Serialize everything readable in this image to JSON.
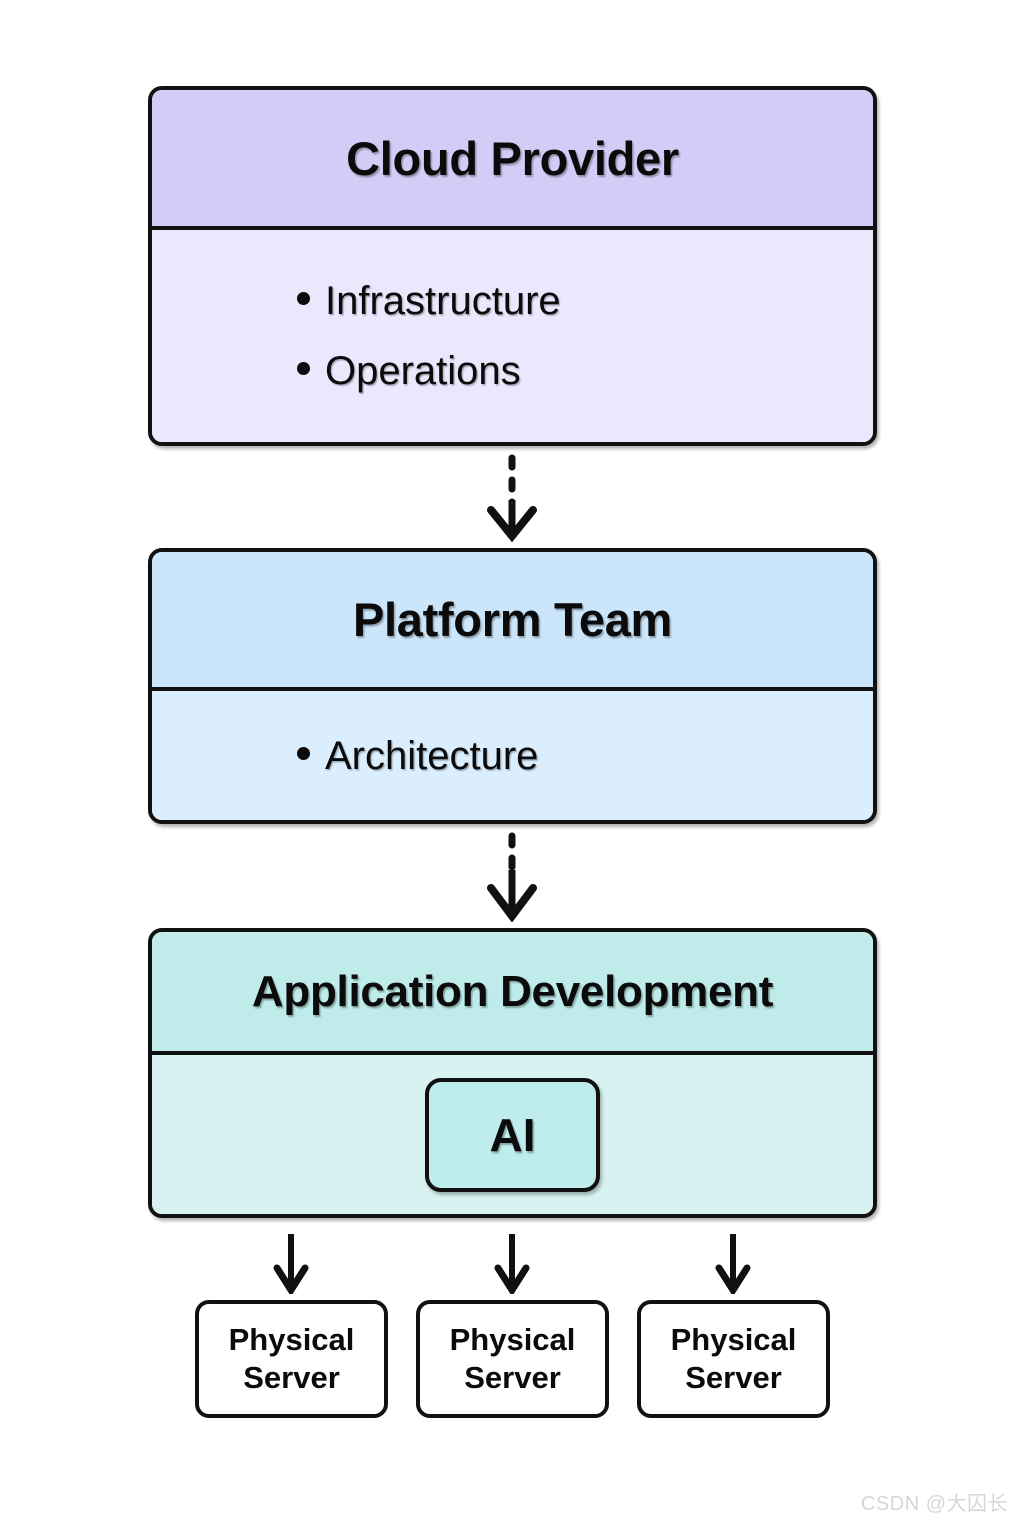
{
  "diagram": {
    "background_color": "#ffffff",
    "stroke_color": "#111111",
    "layers": [
      {
        "id": "cloud-provider",
        "title": "Cloud Provider",
        "header_color": "#d4cbf6",
        "body_color": "#ece7fd",
        "bullets": [
          "Infrastructure",
          "Operations"
        ]
      },
      {
        "id": "platform-team",
        "title": "Platform Team",
        "header_color": "#cbe5fa",
        "body_color": "#dbeefd",
        "bullets": [
          "Architecture"
        ]
      },
      {
        "id": "application-development",
        "title": "Application Development",
        "header_color": "#bfecea",
        "body_color": "#d7f2f1",
        "bullets": [],
        "chip": {
          "label": "AI",
          "color": "#bfeced"
        }
      }
    ],
    "connectors": [
      {
        "id": "cloud-to-platform",
        "style": "dashed",
        "direction": "down",
        "from": "cloud-provider",
        "to": "platform-team"
      },
      {
        "id": "platform-to-appdev",
        "style": "dashed",
        "direction": "down",
        "from": "platform-team",
        "to": "application-development"
      },
      {
        "id": "appdev-to-server-1",
        "style": "solid",
        "direction": "down",
        "from": "application-development",
        "to": "physical-server-1"
      },
      {
        "id": "appdev-to-server-2",
        "style": "solid",
        "direction": "down",
        "from": "application-development",
        "to": "physical-server-2"
      },
      {
        "id": "appdev-to-server-3",
        "style": "solid",
        "direction": "down",
        "from": "application-development",
        "to": "physical-server-3"
      }
    ],
    "servers": [
      {
        "id": "physical-server-1",
        "label": "Physical\nServer"
      },
      {
        "id": "physical-server-2",
        "label": "Physical\nServer"
      },
      {
        "id": "physical-server-3",
        "label": "Physical\nServer"
      }
    ]
  },
  "watermark": {
    "text": "CSDN @大囚长",
    "color": "#d6d6d6"
  }
}
